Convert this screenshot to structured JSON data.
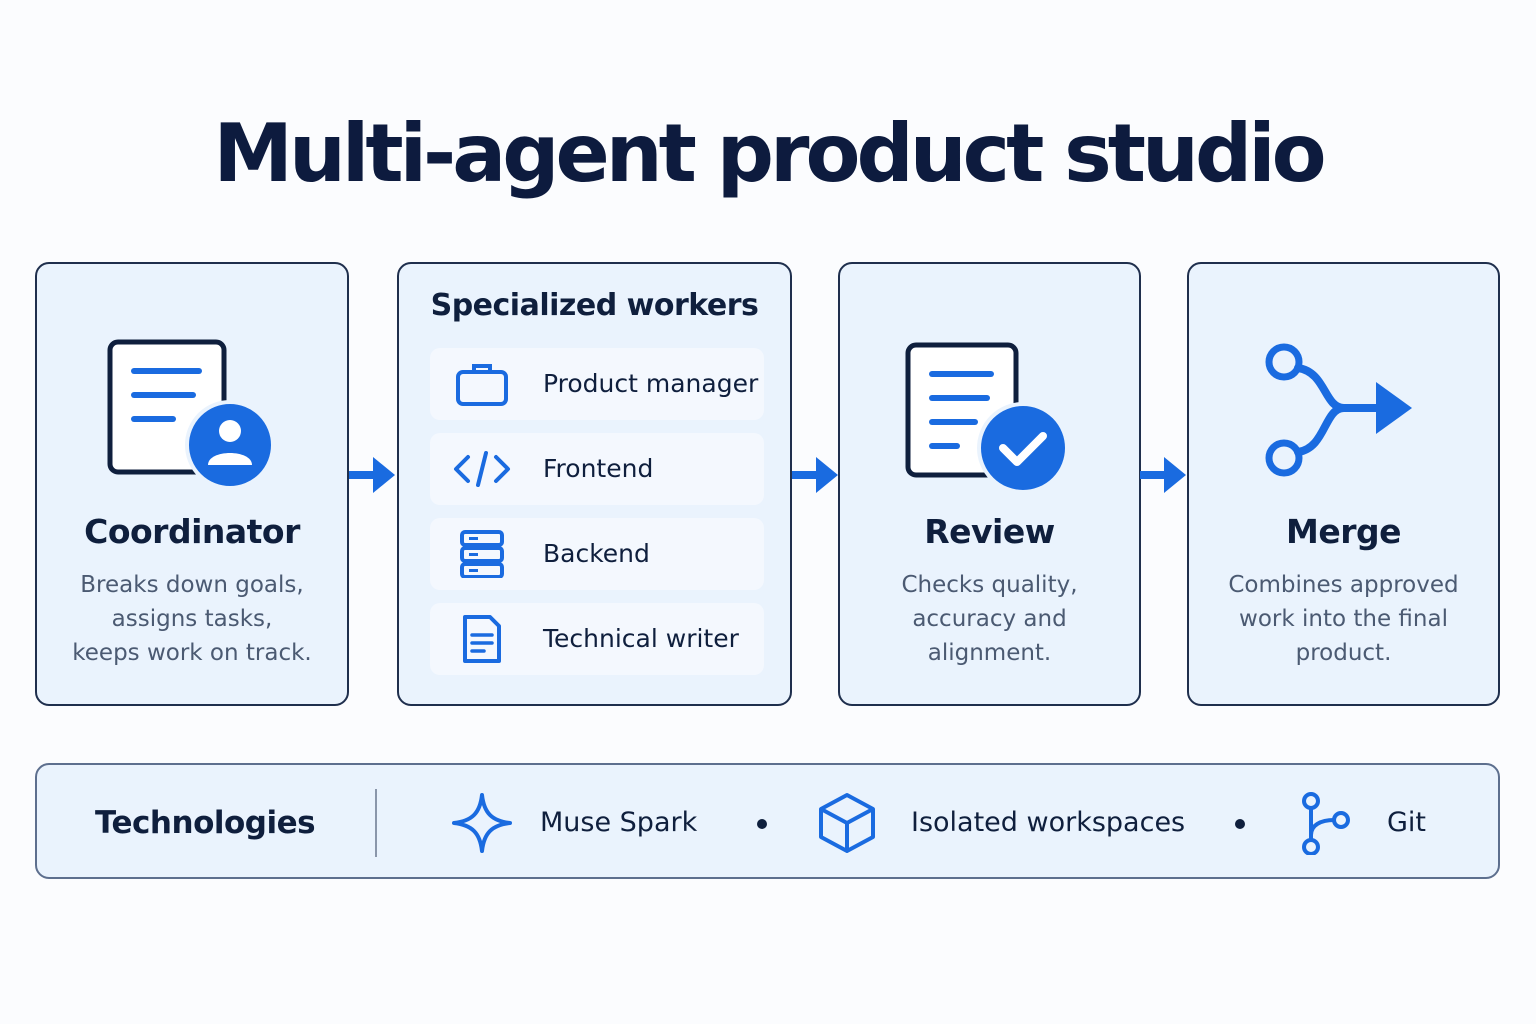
{
  "title": "Multi-agent product studio",
  "colors": {
    "accent": "#1a6be0",
    "dark": "#0f1f3d",
    "card_bg": "#eaf3fd"
  },
  "coordinator": {
    "icon": "document-user-icon",
    "title": "Coordinator",
    "description": "Breaks down goals,\nassigns tasks,\nkeeps work on track."
  },
  "workers": {
    "title": "Specialized workers",
    "items": [
      {
        "icon": "briefcase-icon",
        "label": "Product manager"
      },
      {
        "icon": "code-icon",
        "label": "Frontend"
      },
      {
        "icon": "server-icon",
        "label": "Backend"
      },
      {
        "icon": "document-icon",
        "label": "Technical writer"
      }
    ]
  },
  "review": {
    "icon": "document-check-icon",
    "title": "Review",
    "description": "Checks quality,\naccuracy and\nalignment."
  },
  "merge": {
    "icon": "merge-icon",
    "title": "Merge",
    "description": "Combines approved\nwork into the final\nproduct."
  },
  "technologies": {
    "title": "Technologies",
    "items": [
      {
        "icon": "sparkle-icon",
        "label": "Muse Spark"
      },
      {
        "icon": "cube-icon",
        "label": "Isolated workspaces"
      },
      {
        "icon": "git-branch-icon",
        "label": "Git"
      }
    ]
  }
}
